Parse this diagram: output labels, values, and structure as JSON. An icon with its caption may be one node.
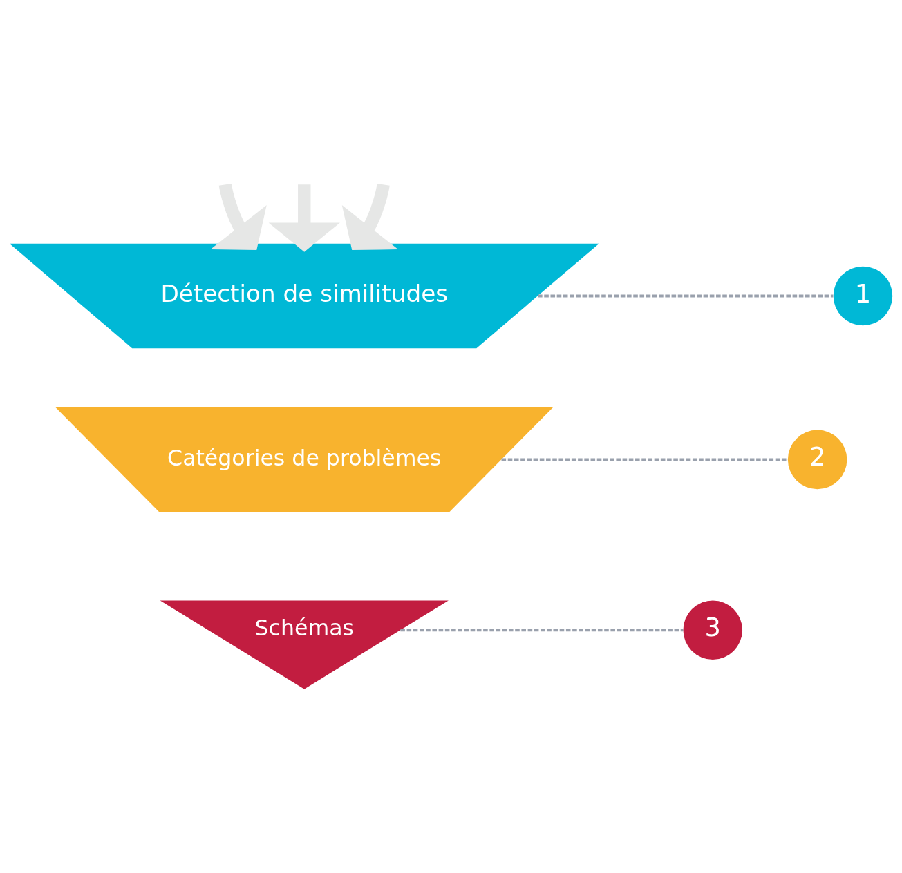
{
  "diagram": {
    "nodes": [
      {
        "text": [
          "Détection de similitudes"
        ]
      },
      {
        "text": [
          "1"
        ]
      },
      {
        "text": [
          "Catégories de problèmes"
        ]
      },
      {
        "text": [
          "2"
        ]
      },
      {
        "text": [
          "Schémas"
        ]
      },
      {
        "text": [
          "3"
        ]
      }
    ],
    "edges": [
      {
        "from": null,
        "to": 0,
        "arrow": "to",
        "style": "thick",
        "color": "#e6e7e6"
      },
      {
        "from": null,
        "to": 0,
        "arrow": "to",
        "style": "thick",
        "color": "#e6e7e6"
      },
      {
        "from": null,
        "to": 0,
        "arrow": "to",
        "style": "thick",
        "color": "#e6e7e6"
      },
      {
        "from": 0,
        "to": 1,
        "arrow": "none",
        "style": "dashed",
        "color": "#9aa1ad"
      },
      {
        "from": 2,
        "to": 3,
        "arrow": "none",
        "style": "dashed",
        "color": "#9aa1ad"
      },
      {
        "from": 4,
        "to": 5,
        "arrow": "none",
        "style": "dashed",
        "color": "#9aa1ad"
      }
    ]
  }
}
